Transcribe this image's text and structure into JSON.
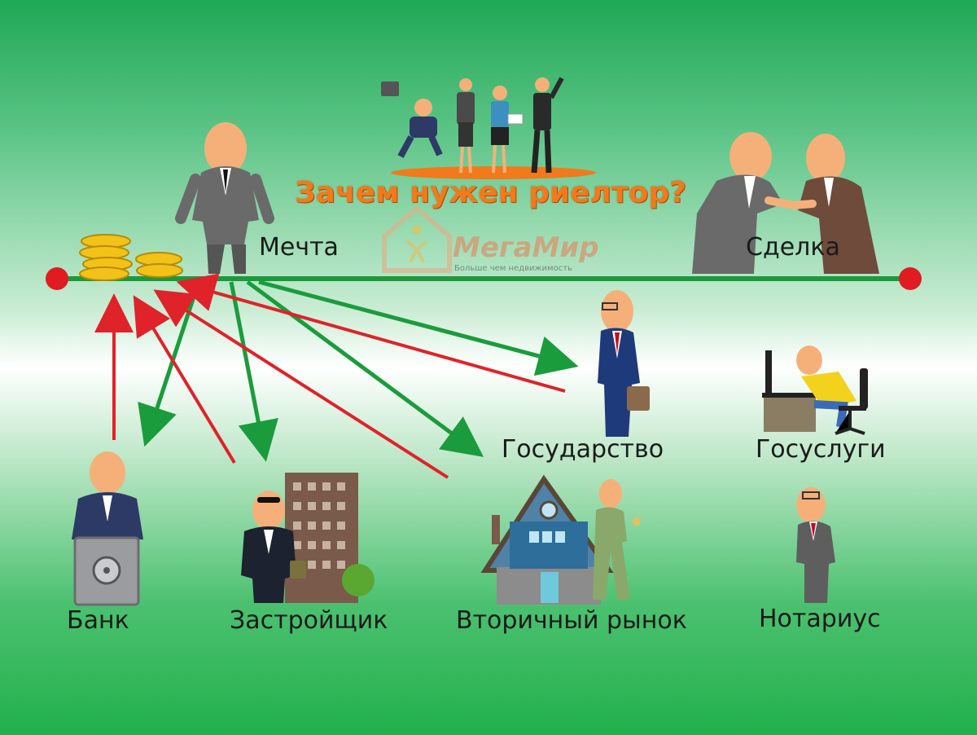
{
  "title": "Зачем нужен риелтор?",
  "logo": {
    "name": "МегаМир",
    "tagline": "Больше чем недвижимость"
  },
  "labels": {
    "dream": "Мечта",
    "deal": "Сделка",
    "bank": "Банк",
    "developer": "Застройщик",
    "secondary_market": "Вторичный рынок",
    "state": "Государство",
    "gosuslugi": "Госуслуги",
    "notary": "Нотариус"
  },
  "colors": {
    "timeline": "#1a9a3a",
    "endpoint": "#e01b22",
    "arrow_green": "#1b9c3c",
    "arrow_red": "#e0222a",
    "title": "#f07a1c"
  }
}
